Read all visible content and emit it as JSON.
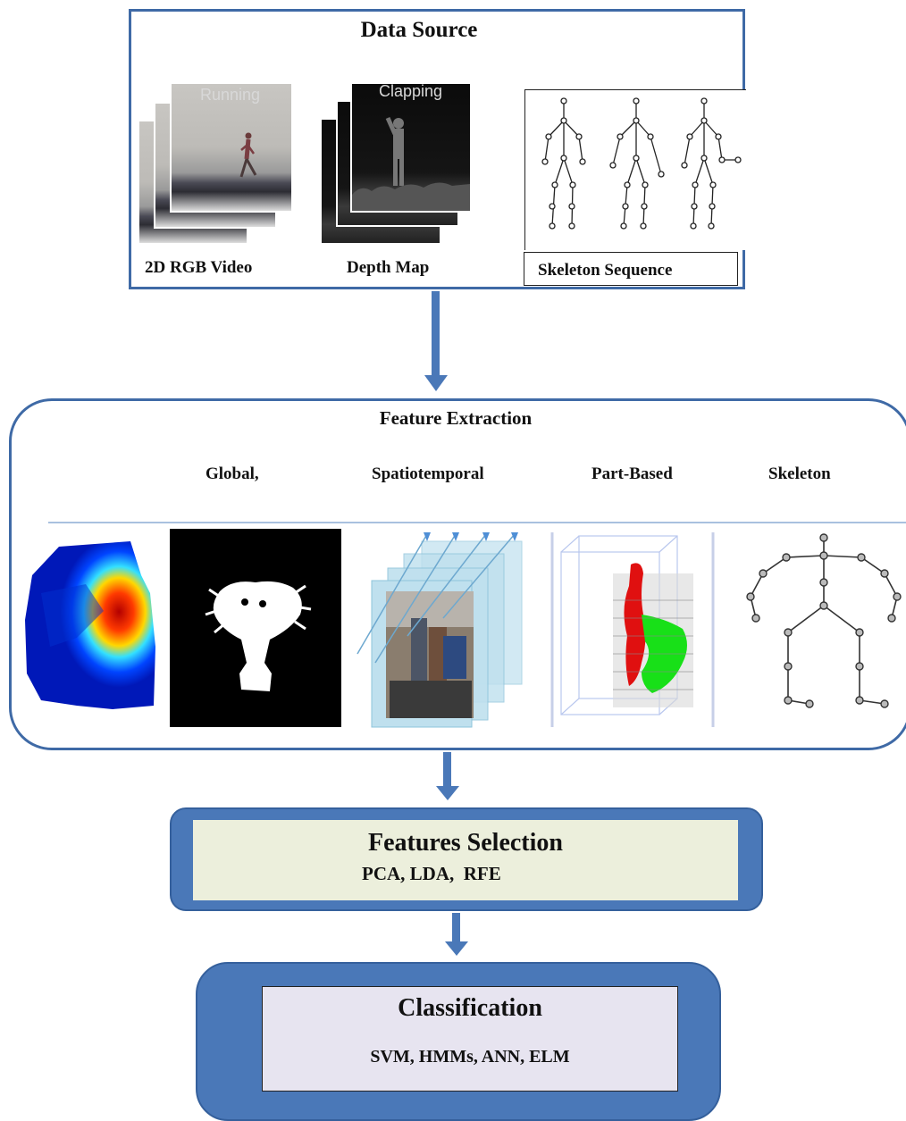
{
  "data_source": {
    "title": "Data Source",
    "rgb": {
      "frame_label": "Running",
      "caption": "2D RGB Video"
    },
    "depth": {
      "frame_label": "Clapping",
      "caption": "Depth Map"
    },
    "skeleton": {
      "caption": "Skeleton Sequence"
    }
  },
  "feature_extraction": {
    "title": "Feature Extraction",
    "categories": [
      "Global,",
      "Spatiotemporal",
      "Part-Based",
      "Skeleton"
    ]
  },
  "feature_selection": {
    "title": "Features Selection",
    "methods": "PCA, LDA,  RFE"
  },
  "classification": {
    "title": "Classification",
    "methods": "SVM, HMMs, ANN, ELM"
  },
  "colors": {
    "box_border": "#3f6aa6",
    "box_fill": "#4a78b8",
    "selection_inner": "#ecefdc",
    "classification_inner": "#e7e4f0"
  }
}
